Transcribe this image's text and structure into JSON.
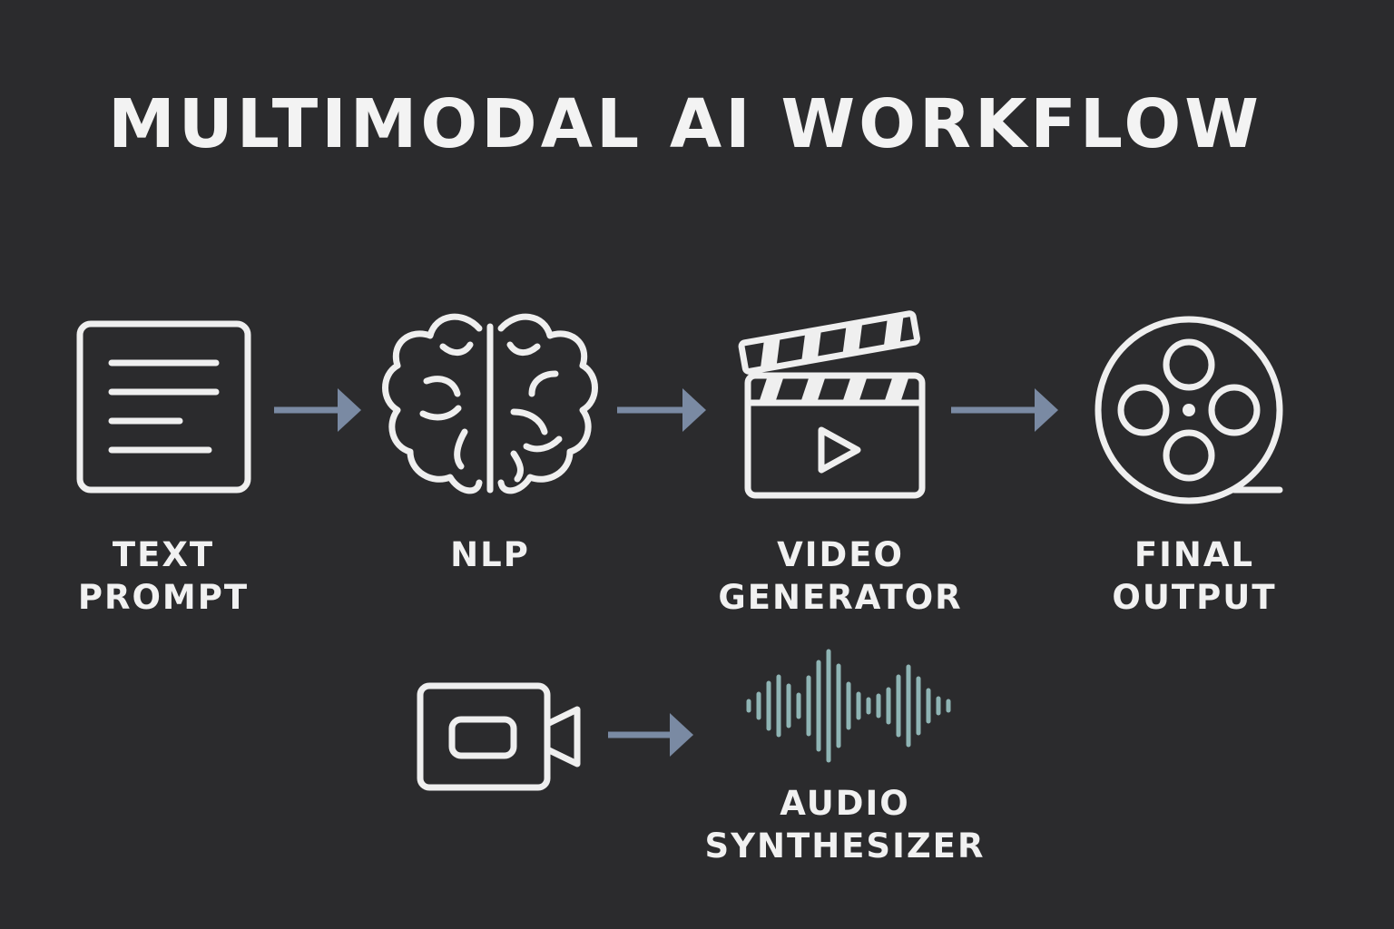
{
  "title": "MULTIMODAL AI WORKFLOW",
  "nodes": [
    {
      "id": "text-prompt",
      "icon": "document-icon",
      "label_lines": [
        "TEXT",
        "PROMPT"
      ]
    },
    {
      "id": "nlp",
      "icon": "brain-icon",
      "label_lines": [
        "NLP"
      ]
    },
    {
      "id": "video-generator",
      "icon": "clapperboard-icon",
      "label_lines": [
        "VIDEO",
        "GENERATOR"
      ]
    },
    {
      "id": "final-output",
      "icon": "film-reel-icon",
      "label_lines": [
        "FINAL",
        "OUTPUT"
      ]
    },
    {
      "id": "video-camera",
      "icon": "video-camera-icon",
      "label_lines": []
    },
    {
      "id": "audio-synthesizer",
      "icon": "sound-wave-icon",
      "label_lines": [
        "AUDIO",
        "SYNTHESIZER"
      ]
    }
  ],
  "edges": [
    {
      "from": "text-prompt",
      "to": "nlp"
    },
    {
      "from": "nlp",
      "to": "video-generator"
    },
    {
      "from": "video-generator",
      "to": "final-output"
    },
    {
      "from": "video-camera",
      "to": "audio-synthesizer"
    }
  ],
  "colors": {
    "background": "#2b2b2d",
    "icon_stroke": "#efefef",
    "arrow": "#7a8aa3",
    "sound_wave": "#8fb4b4"
  }
}
